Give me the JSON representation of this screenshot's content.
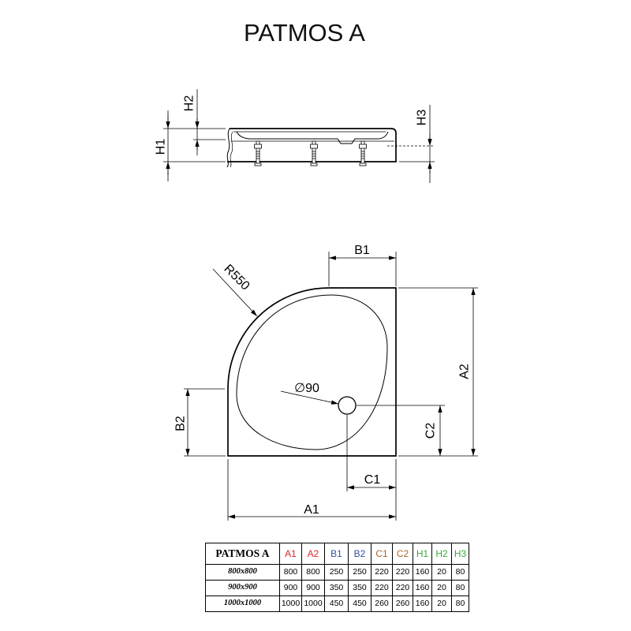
{
  "title": "PATMOS A",
  "colors": {
    "dim_a": "#e2232a",
    "dim_b": "#2f4f9f",
    "dim_c": "#a9652d",
    "dim_h": "#3aa936"
  },
  "side_view": {
    "h1_label": "H1",
    "h2_label": "H2",
    "h3_label": "H3"
  },
  "plan_view": {
    "a1_label": "A1",
    "a2_label": "A2",
    "b1_label": "B1",
    "b2_label": "B2",
    "c1_label": "C1",
    "c2_label": "C2",
    "radius_label": "R550",
    "drain_label": "∅90"
  },
  "table": {
    "model": "PATMOS A",
    "columns": [
      "A1",
      "A2",
      "B1",
      "B2",
      "C1",
      "C2",
      "H1",
      "H2",
      "H3"
    ],
    "rows": [
      {
        "size": "800x800",
        "values": [
          800,
          800,
          250,
          250,
          220,
          220,
          160,
          20,
          80
        ]
      },
      {
        "size": "900x900",
        "values": [
          900,
          900,
          350,
          350,
          220,
          220,
          160,
          20,
          80
        ]
      },
      {
        "size": "1000x1000",
        "values": [
          1000,
          1000,
          450,
          450,
          260,
          260,
          160,
          20,
          80
        ]
      }
    ]
  }
}
